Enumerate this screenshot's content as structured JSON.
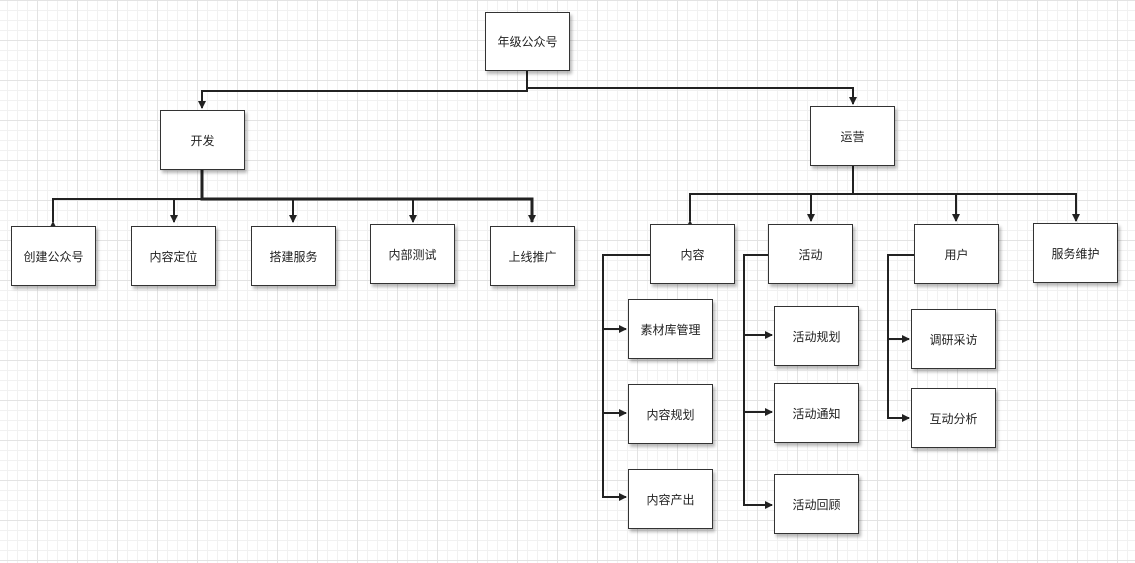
{
  "diagram": {
    "root": {
      "label": "年级公众号"
    },
    "branches": [
      {
        "label": "开发",
        "children": [
          "创建公众号",
          "内容定位",
          "搭建服务",
          "内部测试",
          "上线推广"
        ]
      },
      {
        "label": "运营",
        "children": [
          {
            "label": "内容",
            "children": [
              "素材库管理",
              "内容规划",
              "内容产出"
            ]
          },
          {
            "label": "活动",
            "children": [
              "活动规划",
              "活动通知",
              "活动回顾"
            ]
          },
          {
            "label": "用户",
            "children": [
              "调研采访",
              "互动分析"
            ]
          },
          {
            "label": "服务维护",
            "children": []
          }
        ]
      }
    ]
  }
}
